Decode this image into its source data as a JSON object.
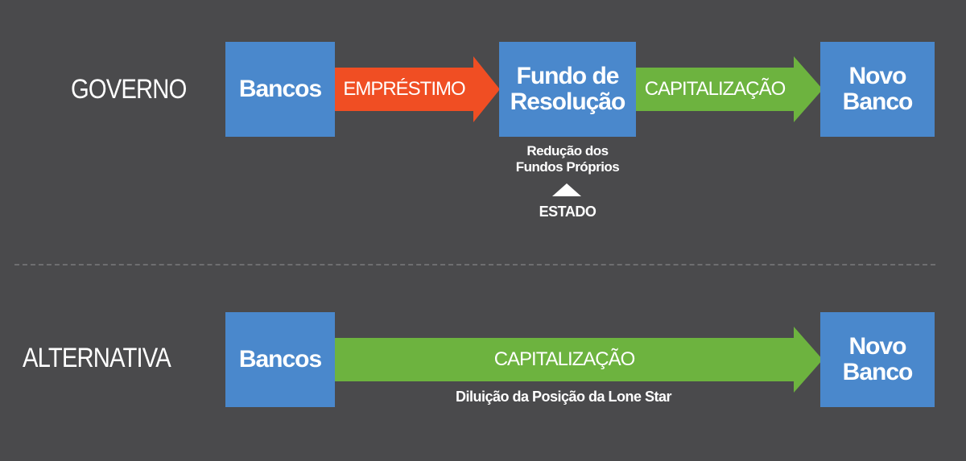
{
  "colors": {
    "background": "#4a4a4c",
    "box": "#4a88cc",
    "loan_arrow": "#f04e23",
    "capitalization_arrow": "#6db33f",
    "divider": "#6e6e70"
  },
  "governo": {
    "label": "GOVERNO",
    "box_bancos": "Bancos",
    "arrow_loan": "EMPRÉSTIMO",
    "box_fundo": "Fundo de\nResolução",
    "arrow_cap": "CAPITALIZAÇÃO",
    "box_novo": "Novo\nBanco",
    "caption_reducao": "Redução dos\nFundos Próprios",
    "caption_estado": "ESTADO"
  },
  "alternativa": {
    "label": "ALTERNATIVA",
    "box_bancos": "Bancos",
    "arrow_cap": "CAPITALIZAÇÃO",
    "box_novo": "Novo\nBanco",
    "caption_diluicao": "Diluição da Posição da Lone Star"
  }
}
